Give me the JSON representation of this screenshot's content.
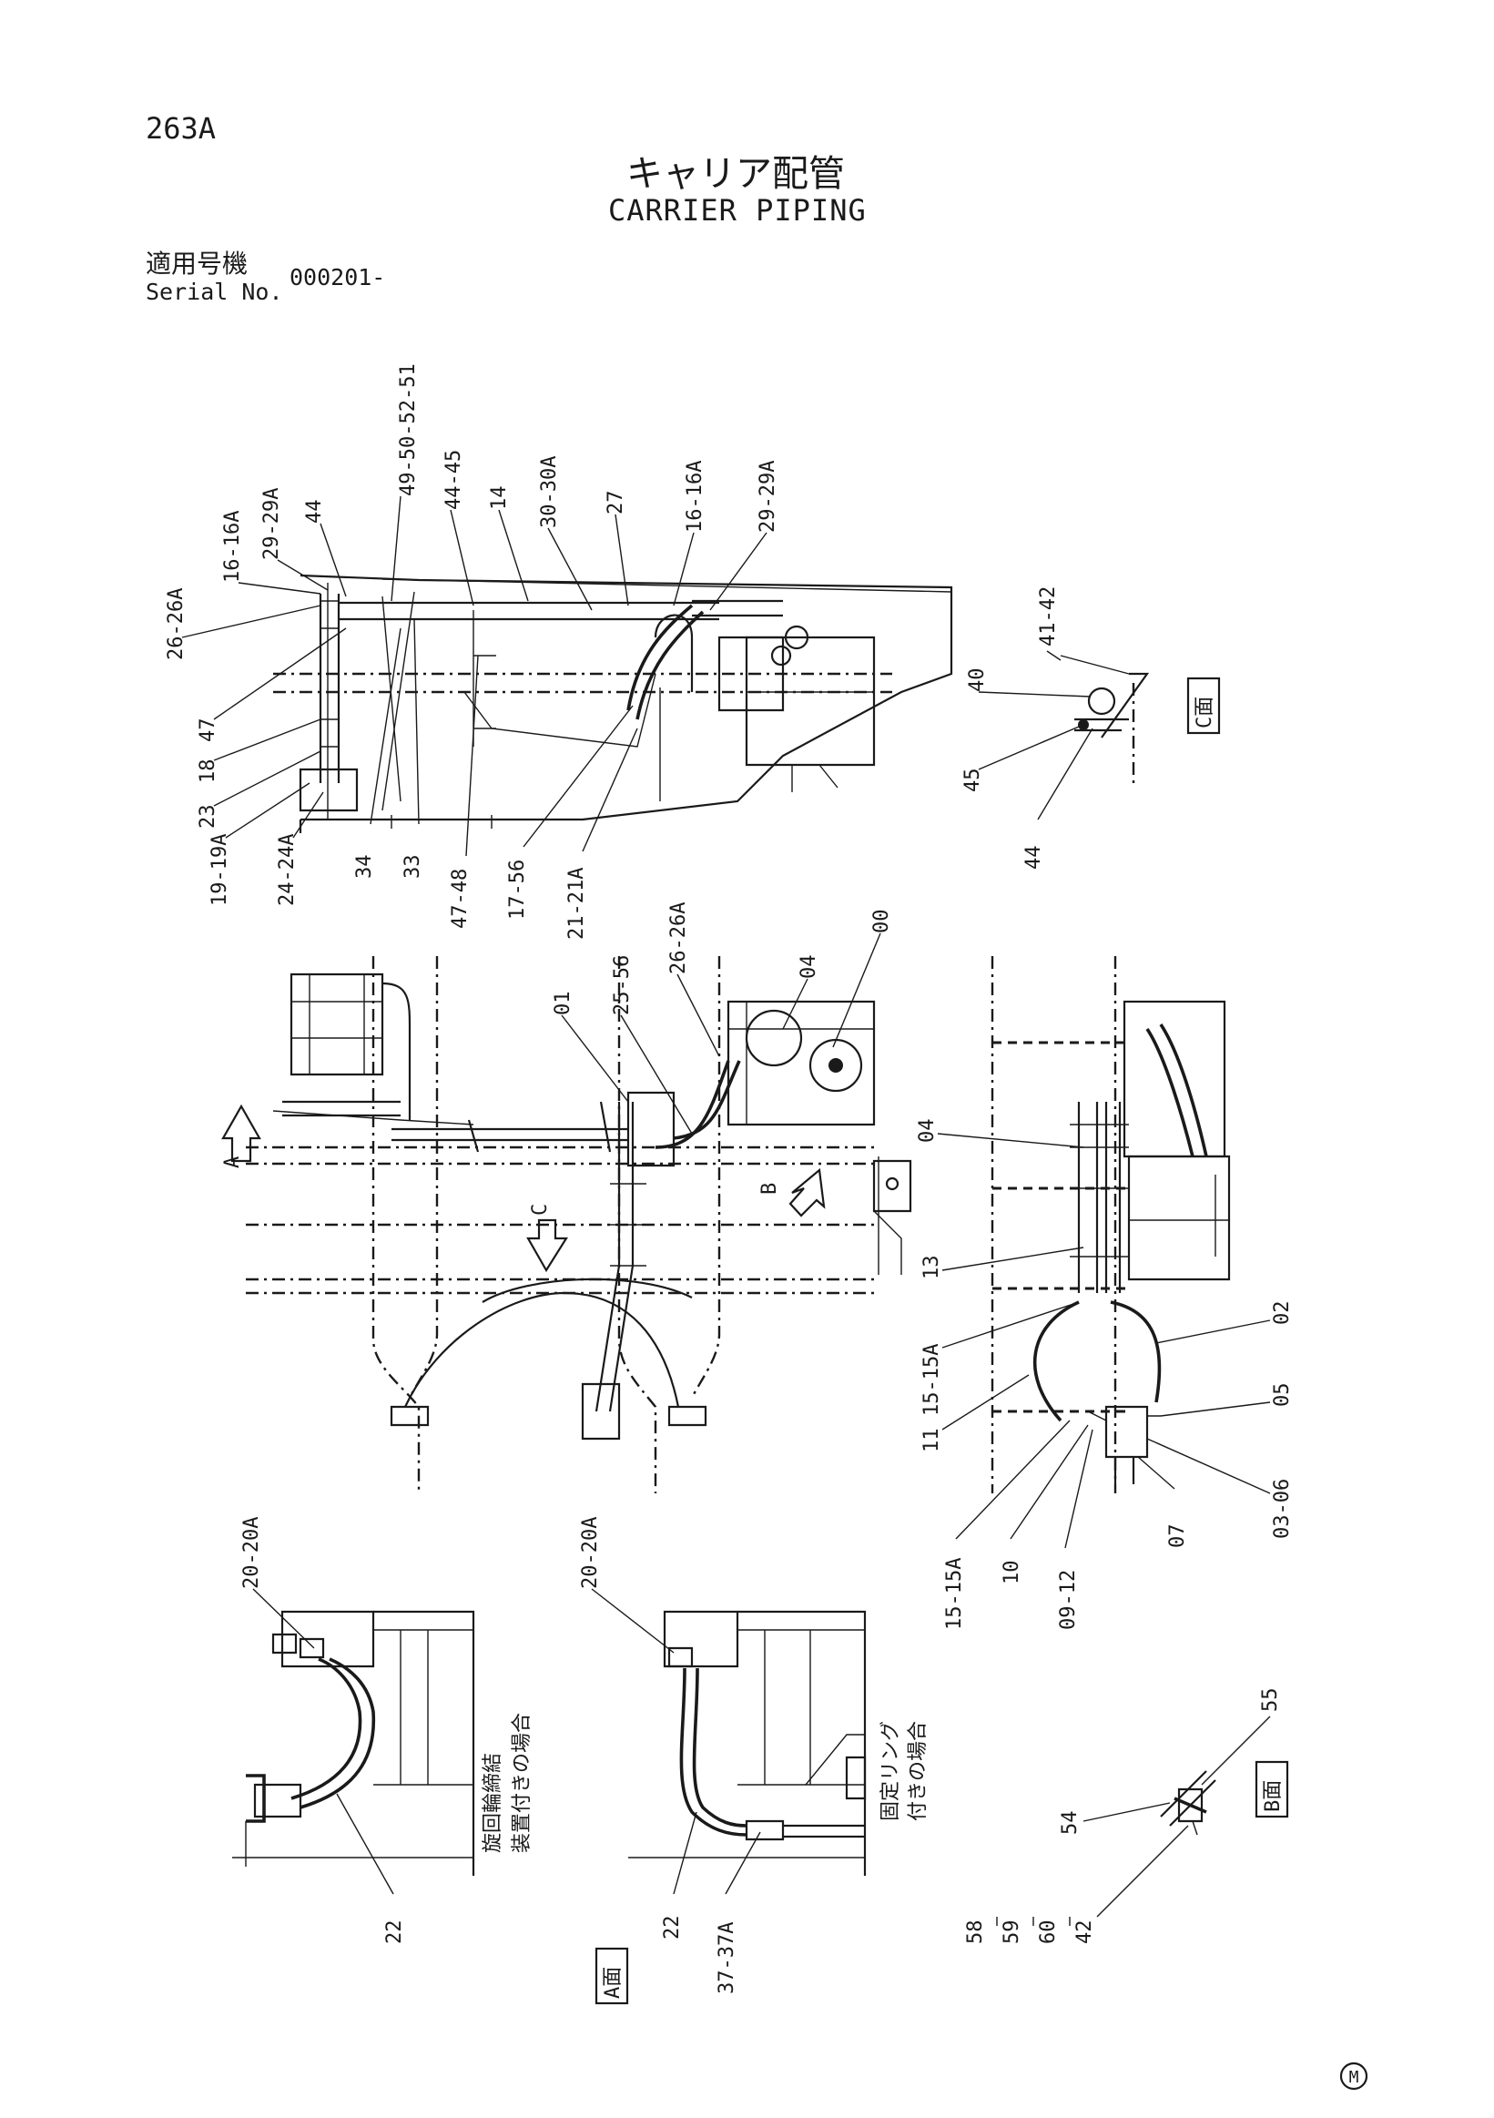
{
  "header": {
    "page_code": "263A",
    "title_jp": "キャリア配管",
    "title_en": "CARRIER PIPING",
    "serial_label_jp": "適用号機",
    "serial_label_en": "Serial No.",
    "serial_value": "000201-"
  },
  "callouts": {
    "top_view": [
      "16-16A",
      "29-29A",
      "44",
      "49-50-52-51",
      "44-45",
      "14",
      "30-30A",
      "27",
      "16-16A",
      "29-29A",
      "26-26A",
      "47",
      "18",
      "23",
      "19-19A",
      "24-24A",
      "34",
      "33",
      "47-48",
      "17-56",
      "21-21A"
    ],
    "center_view": [
      "26-26A",
      "04",
      "00",
      "01",
      "25-56"
    ],
    "right_view": [
      "04",
      "13",
      "02",
      "05",
      "15-15A",
      "11",
      "03-06",
      "07",
      "09-12",
      "10",
      "15-15A"
    ],
    "view_c": [
      "41-42",
      "40",
      "45",
      "44"
    ],
    "view_b": [
      "55",
      "54",
      "58",
      "59",
      "60",
      "42"
    ],
    "view_a1": [
      "20-20A",
      "22"
    ],
    "view_a2": [
      "20-20A",
      "22",
      "37-37A"
    ]
  },
  "view_labels": {
    "view_c": "C面",
    "view_b": "B面",
    "view_a": "A面",
    "arrow_a": "A",
    "arrow_b": "B",
    "arrow_c": "C"
  },
  "notes": {
    "note1_line1": "旋回輪締結",
    "note1_line2": "装置付きの場合",
    "note2_line1": "固定リング",
    "note2_line2": "付きの場合"
  },
  "footer": {
    "mark": "M"
  }
}
